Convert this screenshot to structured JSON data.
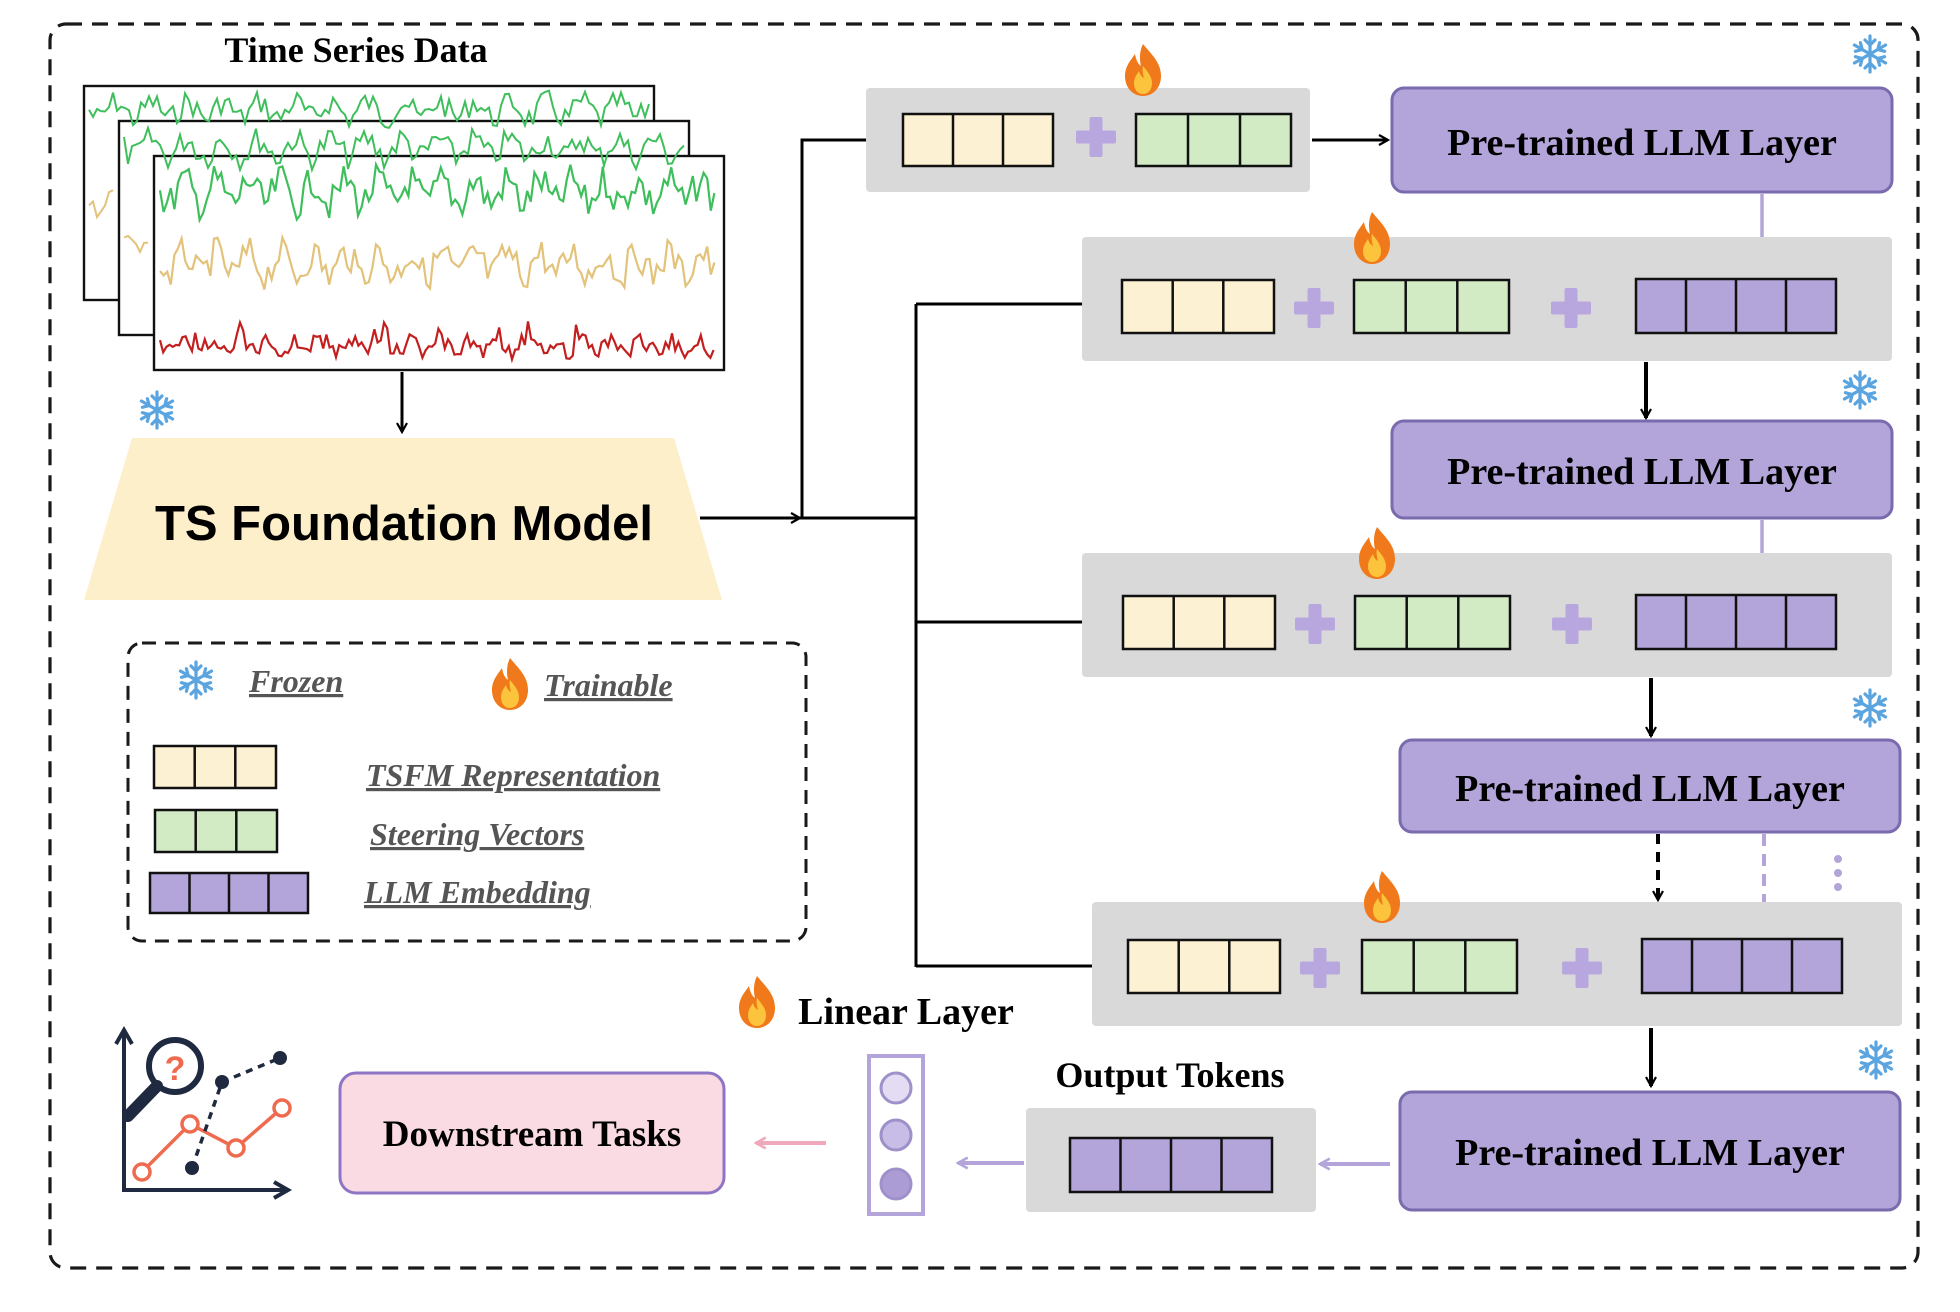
{
  "colors": {
    "tsfm": "#fdf1d3",
    "steering": "#d2ebc5",
    "llm": "#b3a5d9",
    "llm_border": "#7a6aae",
    "panel": "#d9d9d9",
    "plus": "#b7a7de",
    "trapezoid": "#fdefc9",
    "downstream_fill": "#fadbe3",
    "downstream_border": "#8e74c4",
    "pink_arrow": "#f0a8bb",
    "frozen": "#5aa4e0",
    "fire": "#f07a1b",
    "series_green": "#3fbf5c",
    "series_yellow": "#e3c27a",
    "series_red": "#c41f1f"
  },
  "time_series": {
    "title": "Time Series Data"
  },
  "foundation_model": {
    "label": "TS Foundation Model"
  },
  "llm_layers": [
    {
      "label": "Pre-trained LLM Layer"
    },
    {
      "label": "Pre-trained LLM Layer"
    },
    {
      "label": "Pre-trained LLM Layer"
    },
    {
      "label": "Pre-trained LLM Layer"
    }
  ],
  "legend": {
    "frozen": "Frozen",
    "trainable": "Trainable",
    "tsfm": "TSFM Representation",
    "steering": "Steering Vectors",
    "llm": "LLM Embedding"
  },
  "linear_layer": {
    "label": "Linear Layer"
  },
  "output_tokens": {
    "label": "Output Tokens"
  },
  "downstream": {
    "label": "Downstream Tasks"
  }
}
